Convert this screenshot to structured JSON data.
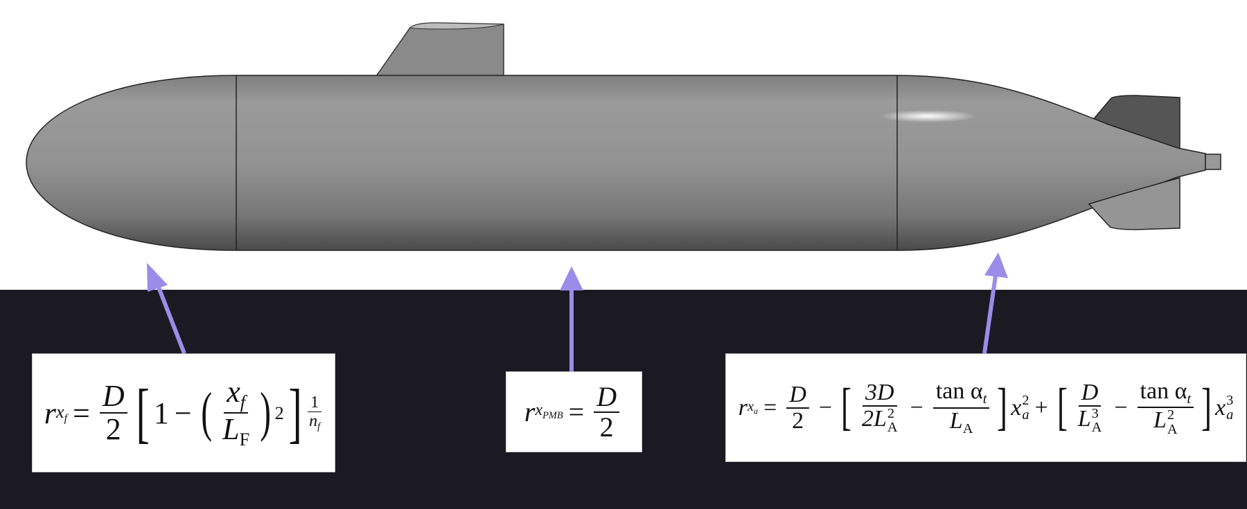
{
  "colors": {
    "background": "#1b1a23",
    "arrow": "#9b8ce8",
    "hull": "#8f8f8f"
  },
  "equations": {
    "forebody": {
      "lhs": "r",
      "lhs_sub": "x",
      "lhs_subsub": "f",
      "eq": "=",
      "num": "D",
      "den": "2",
      "lb": "[",
      "one": "1",
      "minus": "−",
      "lp": "(",
      "inner_num": "x",
      "inner_num_sub": "f",
      "inner_den": "L",
      "inner_den_sub": "F",
      "rp": ")",
      "pow": "2",
      "rb": "]",
      "exp_num": "1",
      "exp_den": "n",
      "exp_den_sub": "f"
    },
    "midbody": {
      "lhs": "r",
      "lhs_sub": "x",
      "lhs_subsub": "PMB",
      "eq": "=",
      "num": "D",
      "den": "2"
    },
    "afterbody": {
      "lhs": "r",
      "lhs_sub": "x",
      "lhs_subsub": "a",
      "eq": "=",
      "num": "D",
      "den": "2",
      "minus": "−",
      "lb": "[",
      "f1_num": "3D",
      "f1_den": "2L",
      "f1_den_sup": "2",
      "f1_den_sub": "A",
      "f2_num": "tan α",
      "f2_num_sub": "t",
      "f2_den": "L",
      "f2_den_sub": "A",
      "rb": "]",
      "x1": "x",
      "x1_sup": "2",
      "x1_sub": "a",
      "plus": "+",
      "f3_num": "D",
      "f3_den": "L",
      "f3_den_sup": "3",
      "f3_den_sub": "A",
      "f4_num": "tan α",
      "f4_num_sub": "t",
      "f4_den": "L",
      "f4_den_sup": "2",
      "f4_den_sub": "A",
      "x2": "x",
      "x2_sup": "3",
      "x2_sub": "a"
    }
  }
}
